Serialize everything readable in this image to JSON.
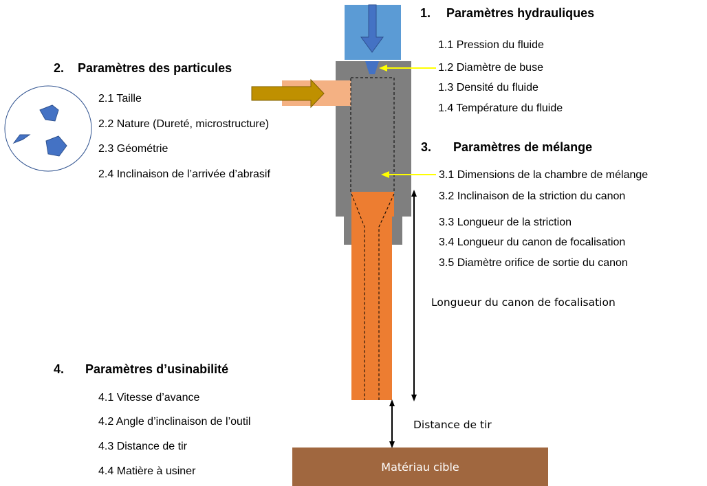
{
  "sections": {
    "hydraulic": {
      "number": "1.",
      "title": "Paramètres hydrauliques",
      "items": [
        "1.1 Pression du fluide",
        "1.2 Diamètre de buse",
        "1.3 Densité du fluide",
        "1.4 Température du fluide"
      ]
    },
    "particles": {
      "number": "2.",
      "title": "Paramètres des particules",
      "items": [
        "2.1 Taille",
        "2.2 Nature (Dureté, microstructure)",
        "2.3 Géométrie",
        "2.4 Inclinaison de l’arrivée d’abrasif"
      ]
    },
    "mixing": {
      "number": "3.",
      "title": "Paramètres de mélange",
      "items": [
        "3.1 Dimensions de la chambre de mélange",
        "3.2 Inclinaison de la striction du canon",
        "3.3 Longueur de la striction",
        "3.4 Longueur du canon de focalisation",
        "3.5 Diamètre orifice de sortie du canon"
      ]
    },
    "machinability": {
      "number": "4.",
      "title": "Paramètres d’usinabilité",
      "items": [
        "4.1 Vitesse d’avance",
        "4.2 Angle d’inclinaison de l’outil",
        "4.3 Distance de tir",
        "4.4 Matière à usiner"
      ]
    }
  },
  "annotations": {
    "focusing_tube_length": "Longueur du canon de focalisation",
    "standoff_distance": "Distance de tir",
    "target_material": "Matériau cible"
  },
  "colors": {
    "water_inlet": "#5b9bd5",
    "water_arrow": "#4472c4",
    "nozzle_body": "#7f7f7f",
    "abrasive_inlet": "#f4b183",
    "abrasive_arrow": "#bf9000",
    "focusing_tube": "#ed7d31",
    "target": "#a0673f",
    "pointer_arrow": "#ffff00",
    "particle": "#4472c4"
  }
}
